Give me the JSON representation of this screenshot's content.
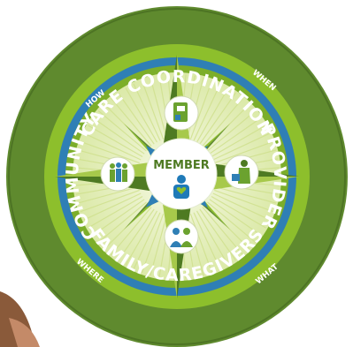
{
  "diagram": {
    "center_label": "MEMBER",
    "outer_labels": {
      "top": "CARE COORDINATION",
      "right": "PROVIDER",
      "bottom": "FAMILY/CAREGIVERS",
      "left": "COMMUNITY"
    },
    "inner_labels": {
      "top_left": "HOW",
      "top_right": "WHEN",
      "bottom_left": "WHERE",
      "bottom_right": "WHAT"
    },
    "icons": {
      "top": "clipboard-icon",
      "right": "doctor-icon",
      "bottom": "family-icon",
      "left": "group-icon",
      "center": "member-heart-icon"
    },
    "colors": {
      "outer_ring": "#5f8a2e",
      "blue_ring": "#2f7fb5",
      "bright_ring": "#8dbf2c",
      "dial_light": "#eaf2c6",
      "star_dark": "#4e7a22",
      "star_light": "#a7c94b",
      "member_blue": "#1f7ab8"
    }
  }
}
